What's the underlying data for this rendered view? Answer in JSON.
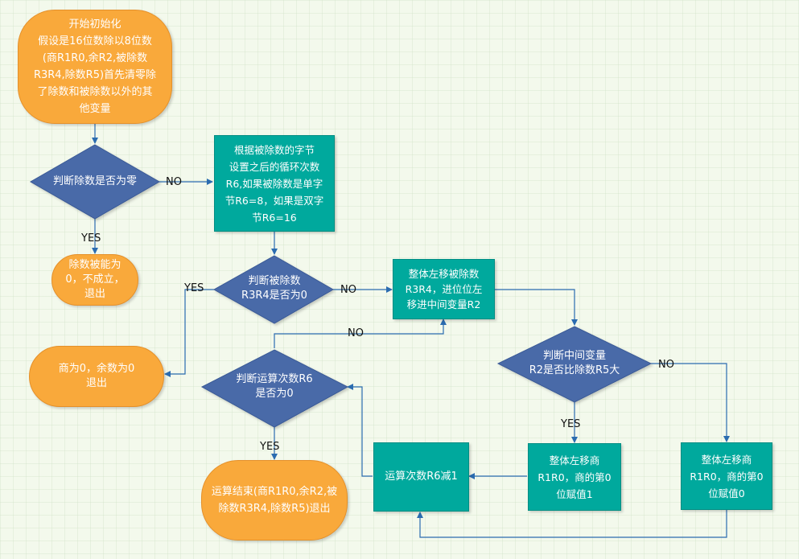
{
  "nodes": {
    "start": "开始初始化\n假设是16位数除以8位数\n(商R1R0,余R2,被除数\nR3R4,除数R5)首先清零除\n了除数和被除数以外的其\n他变量",
    "check_divisor_zero": "判断除数是否为零",
    "divisor_zero_exit": "除数被能为\n0，不成立，\n退出",
    "set_loop_count": "根据被除数的字节\n设置之后的循环次数\nR6,如果被除数是单字\n节R6=8，如果是双字\n节R6=16",
    "check_dividend_zero": "判断被除数\nR3R4是否为0",
    "dividend_zero_exit": "商为0，余数为0\n退出",
    "shift_dividend": "整体左移被除数\nR3R4，进位位左\n移进中间变量R2",
    "compare_r2_r5": "判断中间变量\nR2是否比除数R5大",
    "shift_quotient_1": "整体左移商\nR1R0，商的第0\n位赋值1",
    "shift_quotient_0": "整体左移商\nR1R0，商的第0\n位赋值0",
    "decrement_count": "运算次数R6减1",
    "check_count_zero": "判断运算次数R6\n是否为0",
    "finish": "运算结束(商R1R0,余R2,被\n除数R3R4,除数R5)退出"
  },
  "edge_labels": {
    "no_1": "NO",
    "yes_1": "YES",
    "yes_2": "YES",
    "no_2": "NO",
    "no_loop": "NO",
    "no_3": "NO",
    "yes_3": "YES",
    "yes_4": "YES"
  },
  "colors": {
    "terminal_fill": "#f9a93b",
    "process_fill": "#00a99d",
    "decision_fill": "#4a6aa8",
    "connector": "#2b6cb0",
    "background": "#f3f9ec"
  }
}
